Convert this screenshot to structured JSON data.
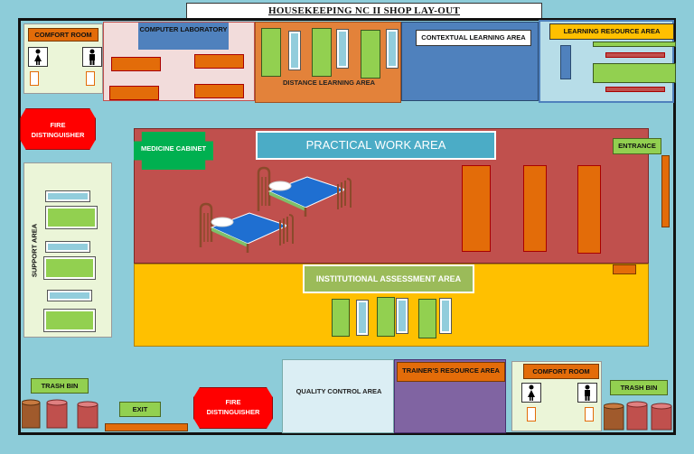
{
  "title": "HOUSEKEEPING NC II SHOP LAY-OUT",
  "areas": {
    "comfort_room_top": "COMFORT ROOM",
    "computer_lab": "COMPUTER LABORATORY",
    "distance_learning": "DISTANCE LEARNING AREA",
    "contextual_learning": "CONTEXTUAL LEARNING AREA",
    "learning_resource": "LEARNING RESOURCE AREA",
    "fire_top": "FIRE DISTINGUISHER",
    "medicine_cabinet": "MEDICINE CABINET",
    "practical_work": "PRACTICAL WORK AREA",
    "entrance": "ENTRANCE",
    "support_area": "SUPPORT AREA",
    "institutional_assessment": "INSTITUTIONAL ASSESSMENT AREA",
    "trash_bin_left": "TRASH BIN",
    "exit": "EXIT",
    "fire_bottom": "FIRE DISTINGUISHER",
    "quality_control": "QUALITY CONTROL AREA",
    "trainers_resource": "TRAINER'S RESOURCE AREA",
    "comfort_room_bottom": "COMFORT ROOM",
    "trash_bin_right": "TRASH BIN"
  },
  "colors": {
    "background": "#8dccd9",
    "practical": "#c0504d",
    "assessment": "#ffc000",
    "distance": "#e3823a",
    "contextual": "#4f81bd",
    "trainers": "#8064a2",
    "fire": "#ff0000"
  },
  "icons": [
    "female-restroom-icon",
    "male-restroom-icon",
    "bed-icon",
    "trash-bin-icon"
  ]
}
